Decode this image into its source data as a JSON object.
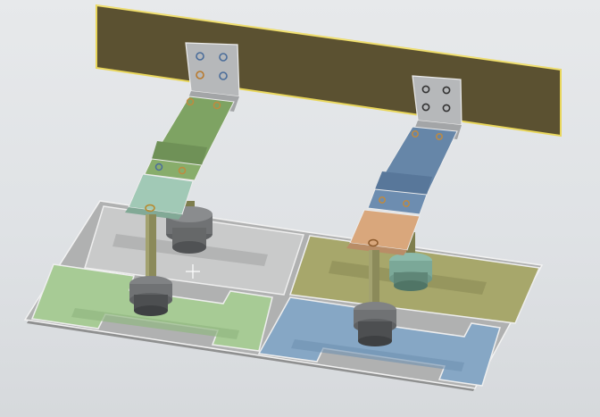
{
  "viewport": {
    "view": "3d-cad-assembly",
    "background": "#e3e5e8",
    "cursor": "crosshair"
  },
  "colors": {
    "bus_bar": "#5c5130",
    "bus_bar_edge": "#e6d35a",
    "bracket": "#b7b9bb",
    "green_strap": "#7fa363",
    "blue_strap": "#6582a3",
    "teal_lug": "#9fc7b5",
    "orange_lug": "#d9a77c",
    "base_plate": "#a8a9a9",
    "gray_layer": "#c5c6c7",
    "green_layer": "#a8cc97",
    "olive_layer": "#a4a46a",
    "blue_layer": "#86a6c3",
    "rod": "#8a8a5a",
    "insulator": "#6c6e70",
    "teal_insulator": "#8fb8a8"
  },
  "model": {
    "assemblies": [
      "left-green",
      "right-blue"
    ]
  }
}
